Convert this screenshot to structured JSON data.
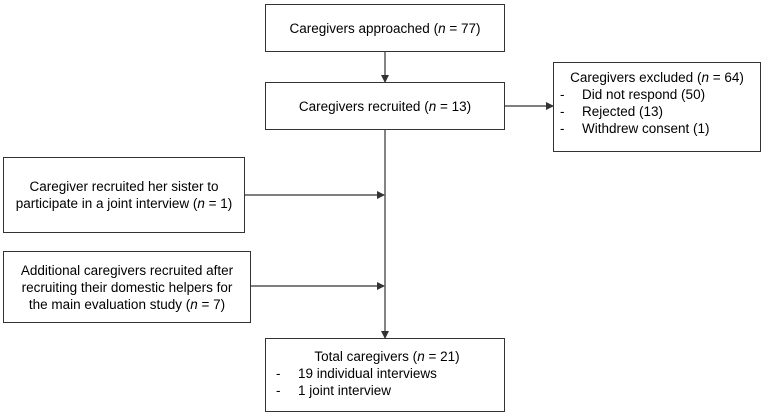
{
  "boxes": {
    "approached": {
      "prefix": "Caregivers approached (",
      "n": "n",
      "suffix": " = 77)"
    },
    "recruited": {
      "prefix": "Caregivers recruited (",
      "n": "n",
      "suffix": " = 13)"
    },
    "excluded": {
      "title_prefix": "Caregivers excluded (",
      "n": "n",
      "title_suffix": " = 64)",
      "items": [
        {
          "dash": "-",
          "text": "Did not respond (50)"
        },
        {
          "dash": "-",
          "text": "Rejected (13)"
        },
        {
          "dash": "-",
          "text": "Withdrew consent (1)"
        }
      ]
    },
    "sister": {
      "line1": "Caregiver recruited her sister to",
      "line2_prefix": "participate in a joint interview (",
      "n": "n",
      "line2_suffix": " = 1)"
    },
    "additional": {
      "line1": "Additional caregivers recruited after",
      "line2": "recruiting their domestic helpers for",
      "line3_prefix": "the main evaluation study (",
      "n": "n",
      "line3_suffix": " = 7)"
    },
    "total": {
      "title_prefix": "Total caregivers (",
      "n": "n",
      "title_suffix": " = 21)",
      "items": [
        {
          "dash": "-",
          "text": "19 individual interviews"
        },
        {
          "dash": "-",
          "text": "1 joint interview"
        }
      ]
    }
  },
  "colors": {
    "line": "#333333",
    "box_border": "#333333"
  }
}
